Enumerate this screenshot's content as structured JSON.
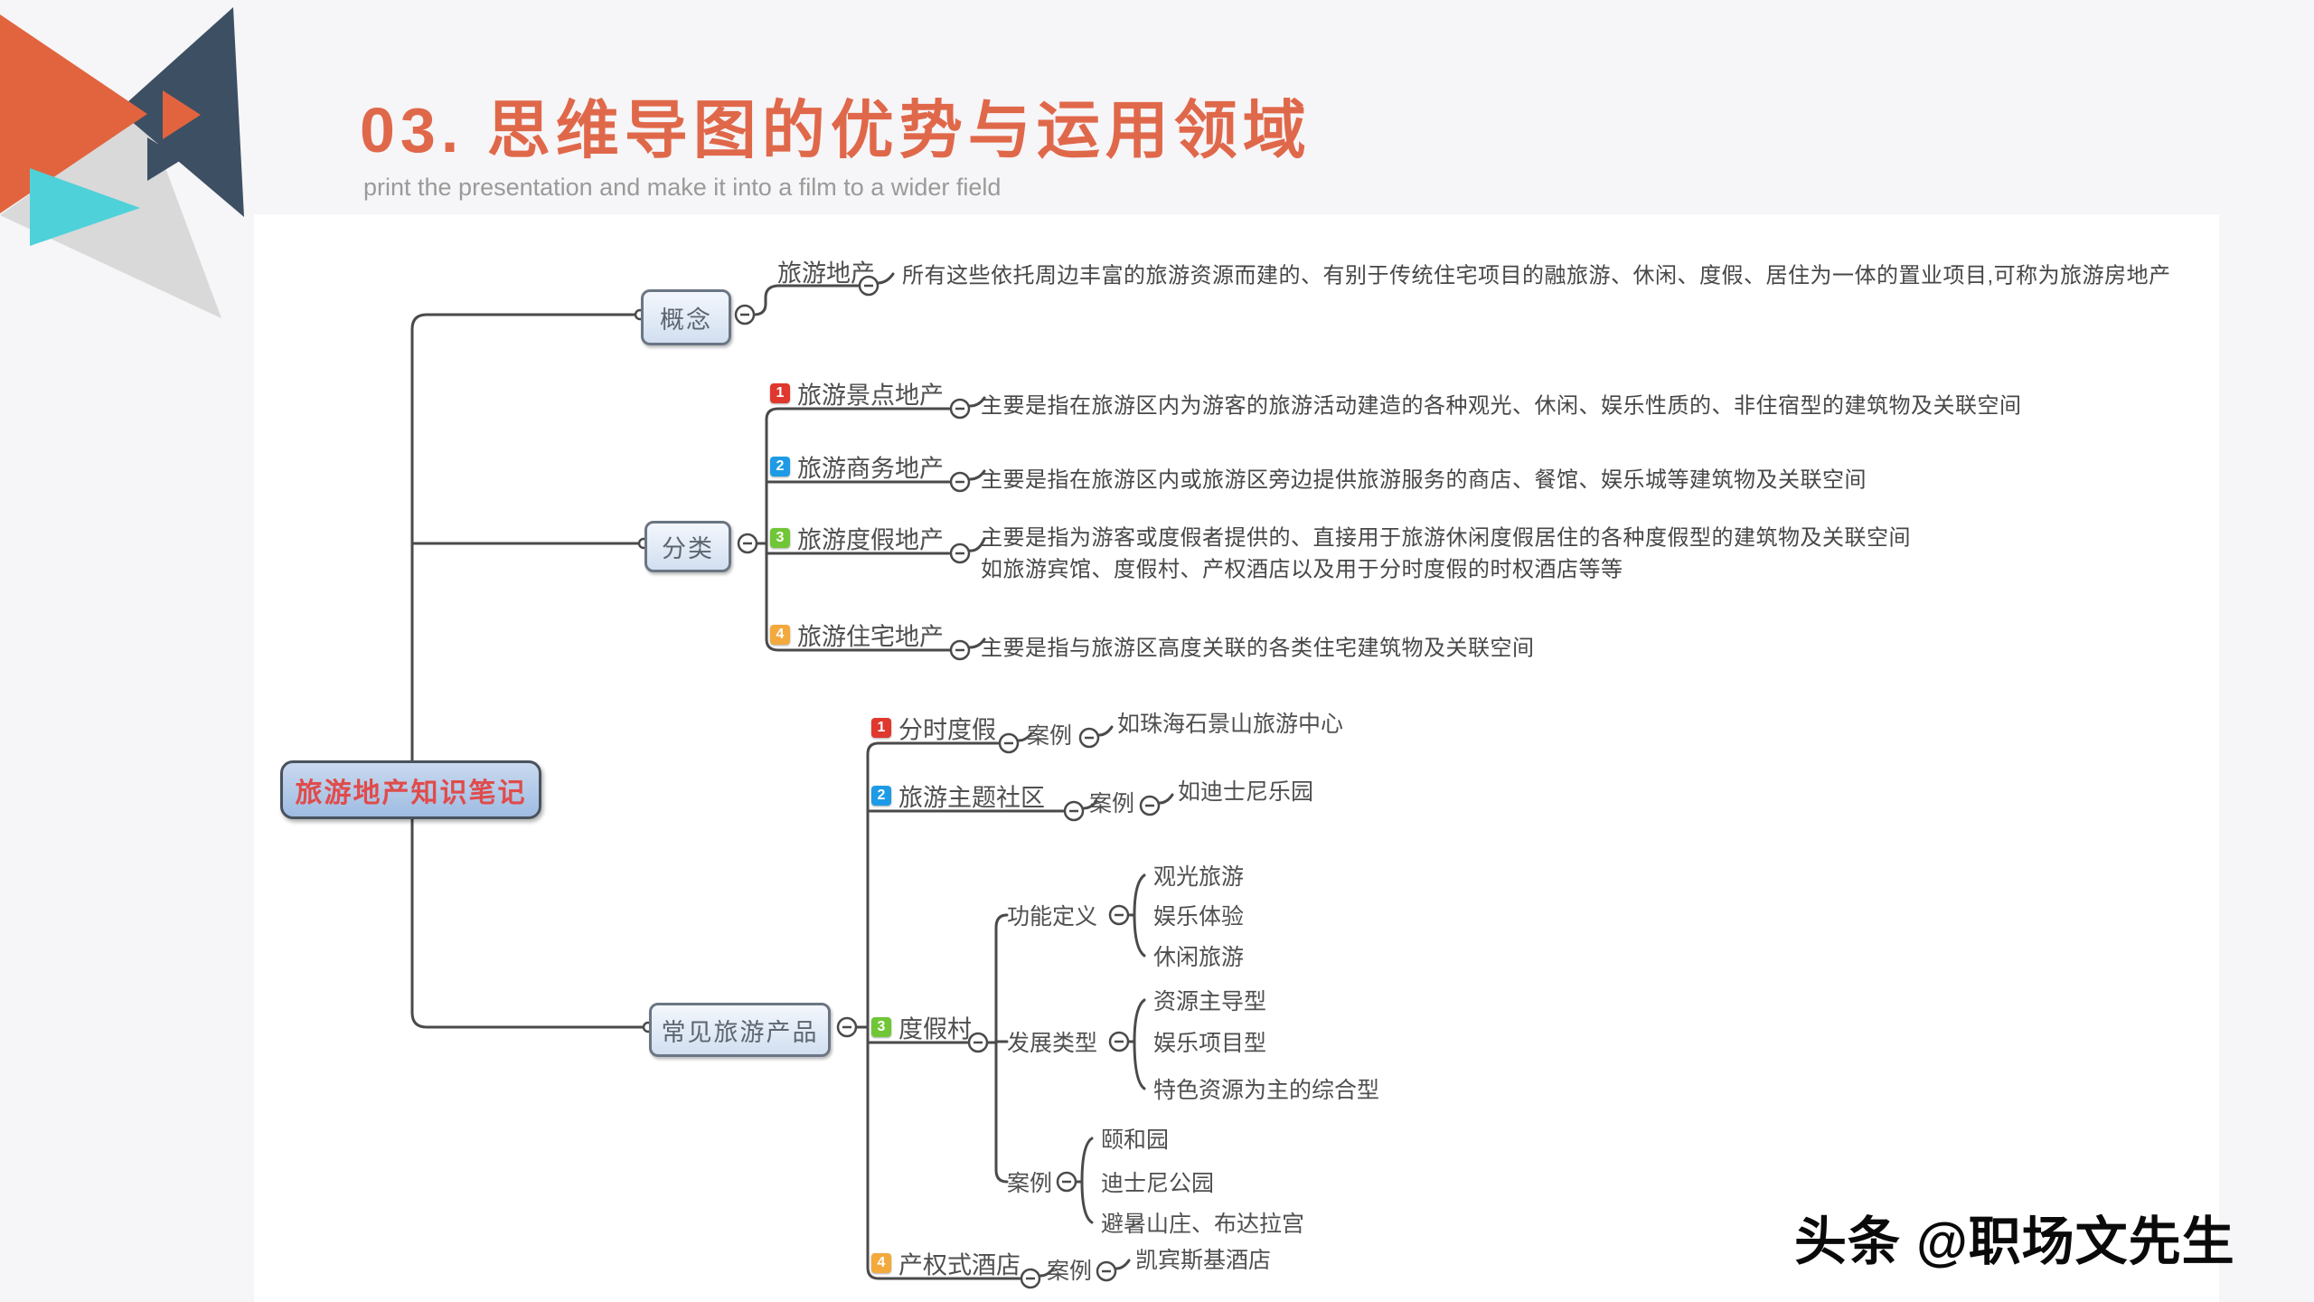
{
  "slide": {
    "title": "03. 思维导图的优势与运用领域",
    "subtitle": "print the presentation and make it into a film to a wider field",
    "watermark": "头条 @职场文先生"
  },
  "colors": {
    "accent_orange": "#e0684a",
    "triangle_navy": "#3d4f63",
    "triangle_teal": "#4fd1d9",
    "triangle_gray": "#d9d9d9",
    "badge_red": "#e0372e",
    "badge_blue": "#1d9be6",
    "badge_green": "#70c636",
    "badge_orange": "#f3a93c",
    "root_text_red": "#e04b4b"
  },
  "mindmap": {
    "root": "旅游地产知识笔记",
    "concept": {
      "label": "概念",
      "item_label": "旅游地产",
      "item_desc": "所有这些依托周边丰富的旅游资源而建的、有别于传统住宅项目的融旅游、休闲、度假、居住为一体的置业项目,可称为旅游房地产"
    },
    "classification": {
      "label": "分类",
      "items": [
        {
          "num": "1",
          "label": "旅游景点地产",
          "desc": "主要是指在旅游区内为游客的旅游活动建造的各种观光、休闲、娱乐性质的、非住宿型的建筑物及关联空间"
        },
        {
          "num": "2",
          "label": "旅游商务地产",
          "desc": "主要是指在旅游区内或旅游区旁边提供旅游服务的商店、餐馆、娱乐城等建筑物及关联空间"
        },
        {
          "num": "3",
          "label": "旅游度假地产",
          "desc": "主要是指为游客或度假者提供的、直接用于旅游休闲度假居住的各种度假型的建筑物及关联空间",
          "desc2": "如旅游宾馆、度假村、产权酒店以及用于分时度假的时权酒店等等"
        },
        {
          "num": "4",
          "label": "旅游住宅地产",
          "desc": "主要是指与旅游区高度关联的各类住宅建筑物及关联空间"
        }
      ]
    },
    "products": {
      "label": "常见旅游产品",
      "items": [
        {
          "num": "1",
          "label": "分时度假",
          "case_label": "案例",
          "case_text": "如珠海石景山旅游中心"
        },
        {
          "num": "2",
          "label": "旅游主题社区",
          "case_label": "案例",
          "case_text": "如迪士尼乐园"
        },
        {
          "num": "3",
          "label": "度假村",
          "subs": [
            {
              "label": "功能定义",
              "items": [
                "观光旅游",
                "娱乐体验",
                "休闲旅游"
              ]
            },
            {
              "label": "发展类型",
              "items": [
                "资源主导型",
                "娱乐项目型",
                "特色资源为主的综合型"
              ]
            },
            {
              "label": "案例",
              "items": [
                "颐和园",
                "迪士尼公园",
                "避暑山庄、布达拉宫"
              ]
            }
          ]
        },
        {
          "num": "4",
          "label": "产权式酒店",
          "case_label": "案例",
          "case_text": "凯宾斯基酒店"
        }
      ]
    }
  }
}
